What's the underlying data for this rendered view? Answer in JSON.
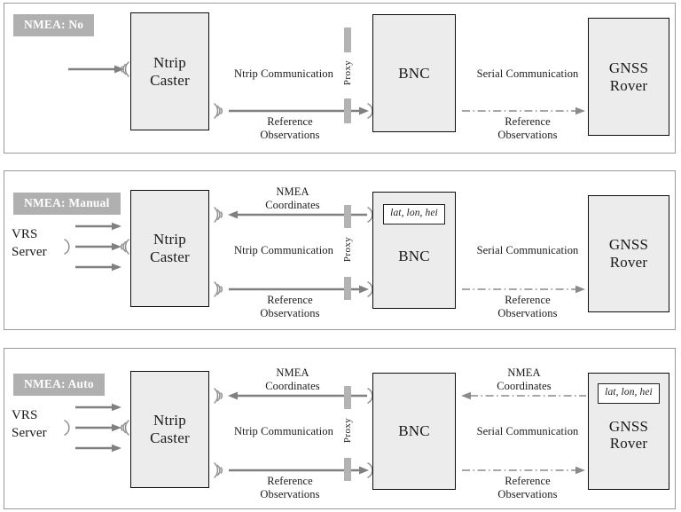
{
  "figure": {
    "title": "NMEA handling modes in BNC / Ntrip Caster data flow",
    "colors": {
      "badge_bg": "#b0b0b0",
      "badge_text": "#ffffff",
      "node_fill": "#ececec",
      "node_border": "#0d0d0d",
      "solid_arrow": "#808080",
      "dashdot_arrow": "#8a8a8a",
      "proxy_bar": "#b3b3b3",
      "panel_border": "#9a9a9a"
    }
  },
  "panels": [
    {
      "badge": "NMEA: No",
      "nodes": {
        "caster": {
          "line1": "Ntrip",
          "line2": "Caster"
        },
        "bnc": {
          "line1": "BNC"
        },
        "rover": {
          "line1": "GNSS",
          "line2": "Rover"
        }
      },
      "proxy_label": "Proxy",
      "labels": {
        "ntrip_comm": "Ntrip Communication",
        "serial_comm": "Serial Communication",
        "ref_obs_left_1": "Reference",
        "ref_obs_left_2": "Observations",
        "ref_obs_right_1": "Reference",
        "ref_obs_right_2": "Observations"
      }
    },
    {
      "badge": "NMEA: Manual",
      "nodes": {
        "vrs": {
          "line1": "VRS",
          "line2": "Server"
        },
        "caster": {
          "line1": "Ntrip",
          "line2": "Caster"
        },
        "bnc": {
          "line1": "BNC",
          "chip": "lat, lon, hei"
        },
        "rover": {
          "line1": "GNSS",
          "line2": "Rover"
        }
      },
      "proxy_label": "Proxy",
      "labels": {
        "nmea_coord_left_1": "NMEA",
        "nmea_coord_left_2": "Coordinates",
        "ntrip_comm": "Ntrip Communication",
        "serial_comm": "Serial Communication",
        "ref_obs_left_1": "Reference",
        "ref_obs_left_2": "Observations",
        "ref_obs_right_1": "Reference",
        "ref_obs_right_2": "Observations"
      }
    },
    {
      "badge": "NMEA: Auto",
      "nodes": {
        "vrs": {
          "line1": "VRS",
          "line2": "Server"
        },
        "caster": {
          "line1": "Ntrip",
          "line2": "Caster"
        },
        "bnc": {
          "line1": "BNC"
        },
        "rover": {
          "line1": "GNSS",
          "line2": "Rover",
          "chip": "lat, lon, hei"
        }
      },
      "proxy_label": "Proxy",
      "labels": {
        "nmea_coord_left_1": "NMEA",
        "nmea_coord_left_2": "Coordinates",
        "nmea_coord_right_1": "NMEA",
        "nmea_coord_right_2": "Coordinates",
        "ntrip_comm": "Ntrip Communication",
        "serial_comm": "Serial Communication",
        "ref_obs_left_1": "Reference",
        "ref_obs_left_2": "Observations",
        "ref_obs_right_1": "Reference",
        "ref_obs_right_2": "Observations"
      }
    }
  ]
}
